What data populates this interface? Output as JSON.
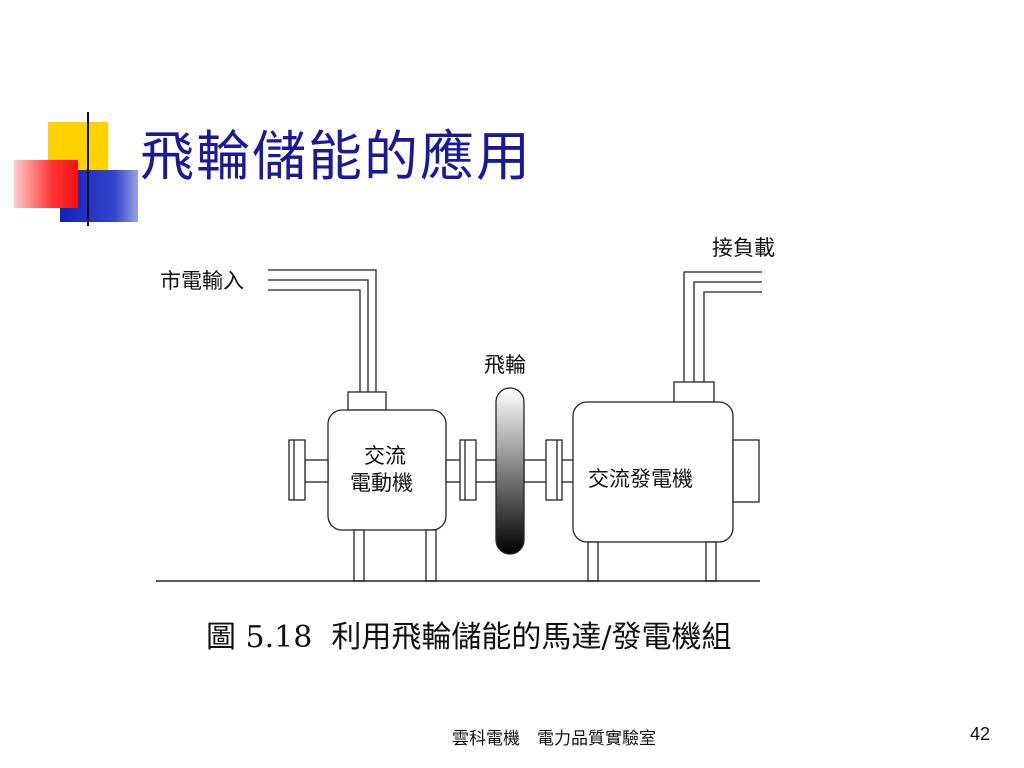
{
  "slide": {
    "title": "飛輪儲能的應用",
    "caption": "圖 5.18  利用飛輪儲能的馬達/發電機組",
    "footer": "雲科電機　電力品質實驗室",
    "page_number": "42"
  },
  "diagram": {
    "labels": {
      "grid_input": "市電輸入",
      "load_output": "接負載",
      "flywheel": "飛輪",
      "motor_line1": "交流",
      "motor_line2": "電動機",
      "generator": "交流發電機"
    }
  },
  "colors": {
    "title": "#1a1a99",
    "logo_yellow": "#ffd200",
    "logo_red": "#ff3333",
    "logo_blue": "#3344cc"
  }
}
